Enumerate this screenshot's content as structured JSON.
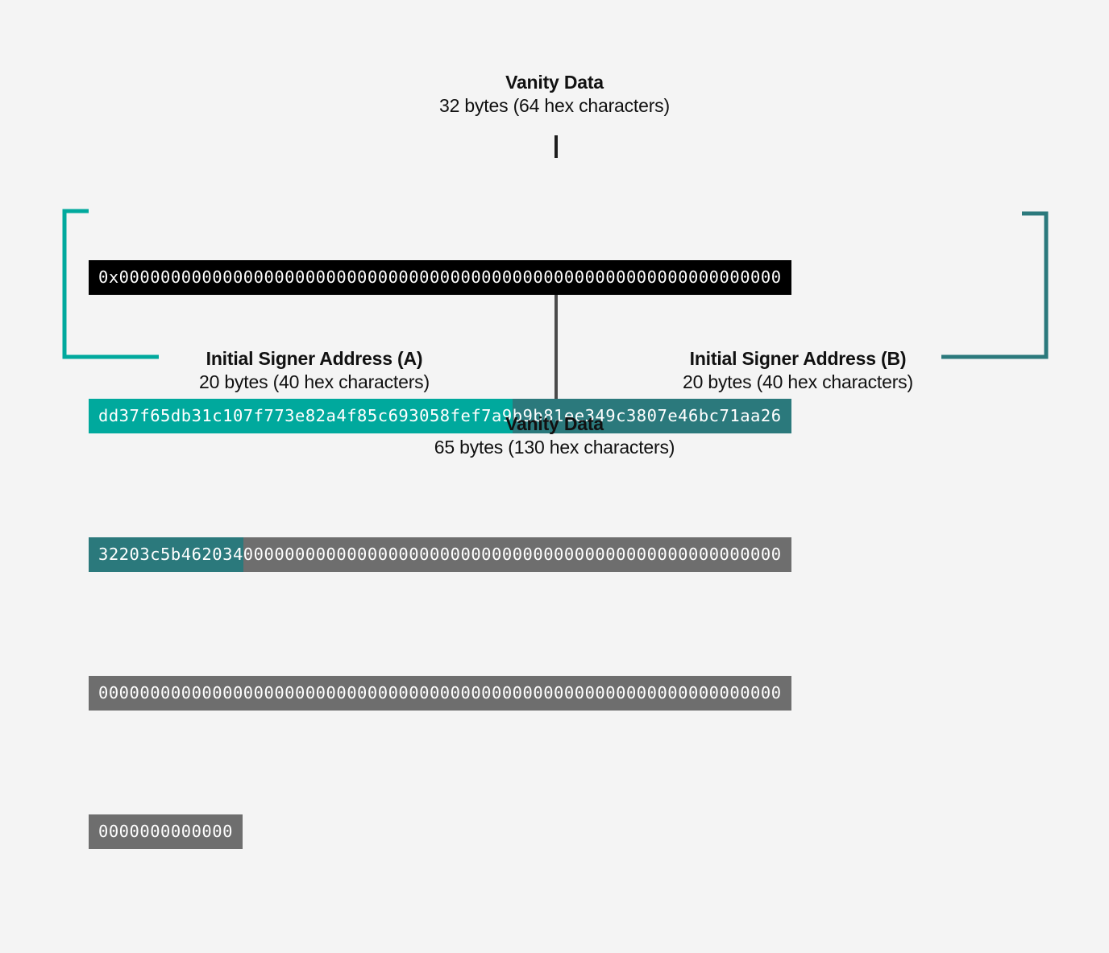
{
  "background_color": "#f4f4f4",
  "colors": {
    "vanity_prefix": "#000000",
    "signer_a": "#00a99d",
    "signer_b": "#2b797c",
    "vanity_suffix": "#6e6e6e",
    "text_on_block": "#ffffff",
    "label_text": "#111111",
    "connector_line": "#4a4a4a"
  },
  "labels": {
    "vanity_top": {
      "title": "Vanity Data",
      "subtitle": "32 bytes (64 hex characters)"
    },
    "vanity_bottom": {
      "title": "Vanity Data",
      "subtitle": "65 bytes (130 hex characters)"
    },
    "signer_a": {
      "title": "Initial Signer Address (A)",
      "subtitle": "20 bytes (40 hex characters)"
    },
    "signer_b": {
      "title": "Initial Signer Address (B)",
      "subtitle": "20 bytes (40 hex characters)"
    }
  },
  "hex_block": {
    "rows": [
      {
        "row_index": 0,
        "segments": [
          {
            "kind": "vanity_prefix",
            "color": "#000000",
            "text": "0x0000000000000000000000000000000000000000000000000000000000000000"
          }
        ]
      },
      {
        "row_index": 1,
        "segments": [
          {
            "kind": "signer_a",
            "color": "#00a99d",
            "text": "dd37f65db31c107f773e82a4f85c693058fef7a9"
          },
          {
            "kind": "signer_b",
            "color": "#2b797c",
            "text": "b9b81ee349c3807e46bc71aa26"
          }
        ]
      },
      {
        "row_index": 2,
        "segments": [
          {
            "kind": "signer_b",
            "color": "#2b797c",
            "text": "32203c5b462034"
          },
          {
            "kind": "vanity_suffix",
            "color": "#6e6e6e",
            "text": "0000000000000000000000000000000000000000000000000000"
          }
        ]
      },
      {
        "row_index": 3,
        "segments": [
          {
            "kind": "vanity_suffix",
            "color": "#6e6e6e",
            "text": "000000000000000000000000000000000000000000000000000000000000000000"
          }
        ]
      },
      {
        "row_index": 4,
        "segments": [
          {
            "kind": "vanity_suffix",
            "color": "#6e6e6e",
            "text": "0000000000000"
          }
        ]
      }
    ],
    "full_value": "0x0000000000000000000000000000000000000000000000000000000000000000dd37f65db31c107f773e82a4f85c693058fef7a9b9b81ee349c3807e46bc71aa2632203c5b4620340000000000000000000000000000000000000000000000000000000000000000000000000000000000000000000000000000000000000000000000000000000000"
  }
}
